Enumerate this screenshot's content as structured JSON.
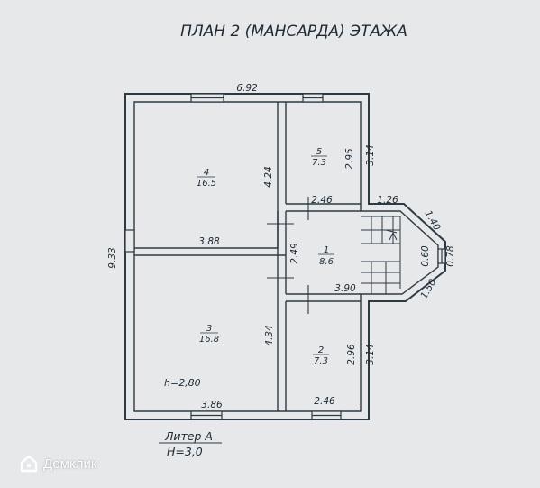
{
  "title": "ПЛАН  2 (МАНСАРДА)   ЭТАЖА",
  "rooms": [
    {
      "id": "4",
      "area": "16.5"
    },
    {
      "id": "5",
      "area": "7.3"
    },
    {
      "id": "1",
      "area": "8.6"
    },
    {
      "id": "3",
      "area": "16.8"
    },
    {
      "id": "2",
      "area": "7.3"
    }
  ],
  "dimensions": {
    "top_overall": "6.92",
    "left_overall": "9.33",
    "room4_height": "4.24",
    "room4_width": "3.88",
    "room5_height": "2.95",
    "room5_outer": "3.14",
    "room5_width": "2.46",
    "bay_top": "1.26",
    "bay_diag_top": "1.40",
    "bay_side": "0.78",
    "bay_inner": "0.60",
    "bay_diag_bottom": "1.50",
    "hall_height": "2.49",
    "hall_width": "3.90",
    "room3_height": "4.34",
    "room3_width": "3.86",
    "room2_height": "2.96",
    "room2_outer": "3.14",
    "room2_width": "2.46"
  },
  "ceiling_height": "h=2,80",
  "liter": {
    "name": "Литер А",
    "height": "H=3,0"
  },
  "watermark": {
    "text": "Домклик",
    "icon": "domclick-logo-icon"
  }
}
